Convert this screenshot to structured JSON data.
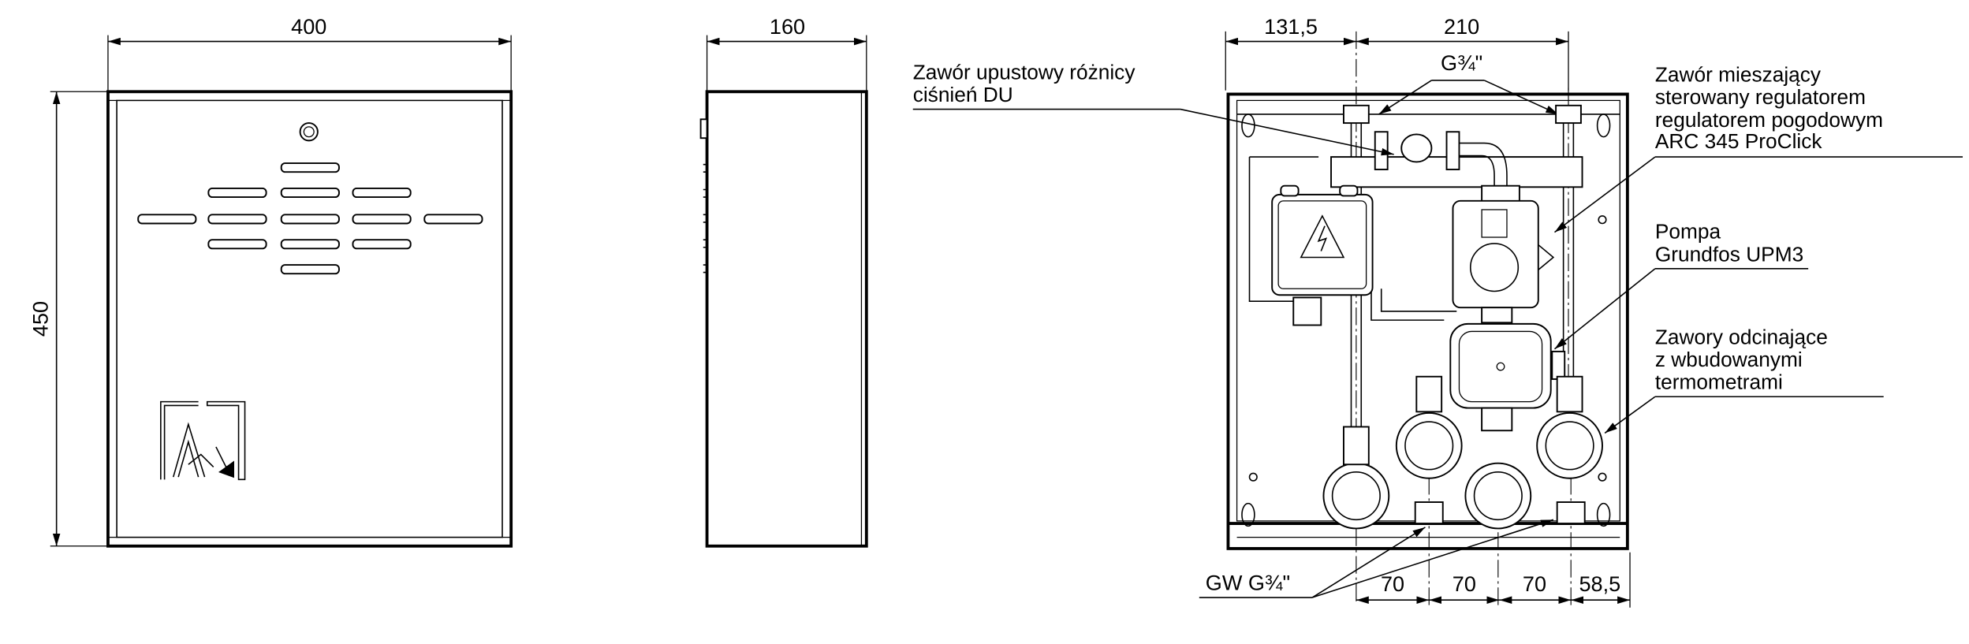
{
  "front_view": {
    "width_dim": "400",
    "height_dim": "450"
  },
  "side_view": {
    "depth_dim": "160"
  },
  "interior_view": {
    "dim_left": "131,5",
    "dim_top": "210",
    "top_thread": "G¾\"",
    "bottom_thread": "GW G¾\"",
    "bottom_dims": [
      "70",
      "70",
      "70",
      "58,5"
    ],
    "labels": {
      "bypass_valve": [
        "Zawór upustowy różnicy",
        "ciśnień DU"
      ],
      "mixing_valve": [
        "Zawór mieszający",
        "sterowany regulatorem",
        "regulatorem pogodowym",
        "ARC 345 ProClick"
      ],
      "pump": [
        "Pompa",
        "Grundfos UPM3"
      ],
      "shutoff_valves": [
        "Zawory odcinające",
        "z wbudowanymi",
        "termometrami"
      ]
    }
  }
}
